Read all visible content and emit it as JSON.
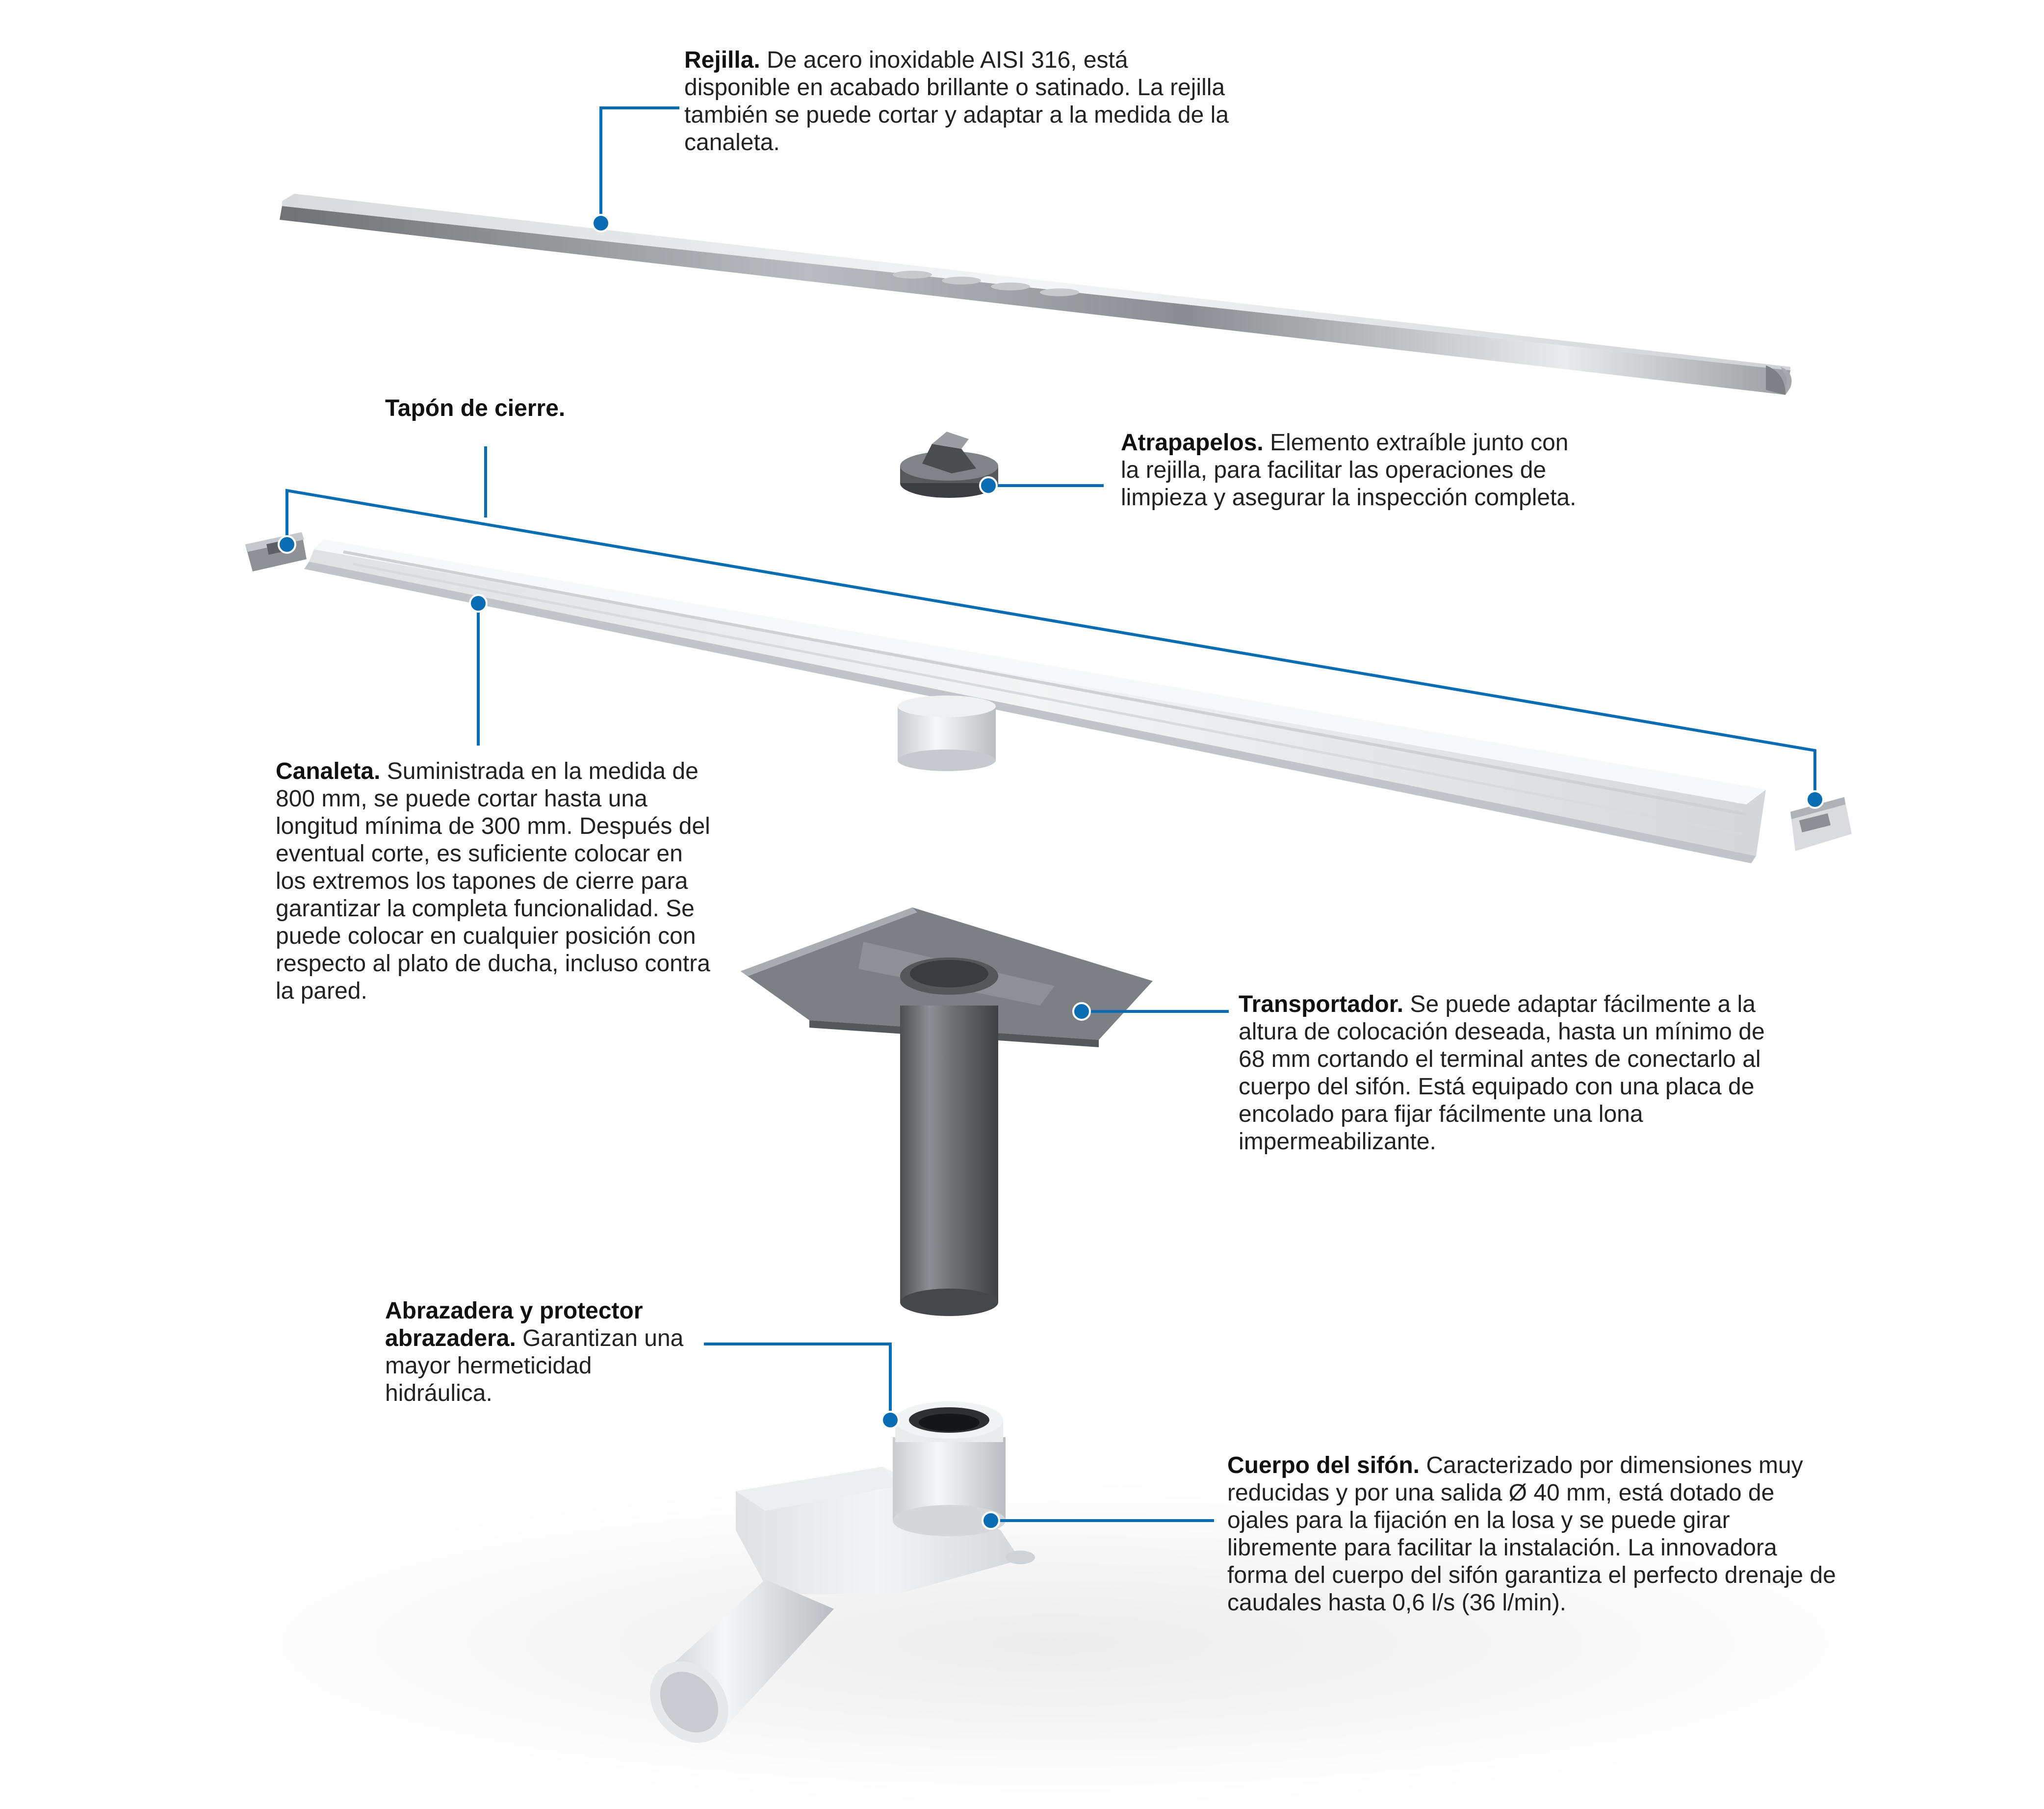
{
  "callouts": {
    "rejilla": {
      "title": "Rejilla.",
      "text": "De acero inoxidable AISI 316, está disponible en acabado brillante o satinado. La rejilla también se puede cortar y adaptar a la medida de la canaleta."
    },
    "tapon": {
      "title": "Tapón de cierre.",
      "text": ""
    },
    "atrapapelos": {
      "title": "Atrapapelos.",
      "text": "Elemento extraíble junto con la rejilla, para facilitar las operaciones de limpieza y asegurar la inspección completa."
    },
    "canaleta": {
      "title": "Canaleta.",
      "text": "Suministrada en la medida de 800 mm, se puede cortar hasta una longitud mínima de 300 mm. Después del eventual corte, es suficiente colocar en los extremos los tapones de cierre para garantizar la completa funcionalidad. Se puede colocar en cualquier posición con respecto al plato de ducha, incluso contra la pared."
    },
    "transportador": {
      "title": "Transportador.",
      "text": "Se puede adaptar fácilmente a la altura de colocación deseada, hasta un mínimo de 68 mm cortando el terminal antes de conectarlo al cuerpo del sifón. Está equipado con una placa de encolado para fijar fácilmente una lona impermeabilizante."
    },
    "abrazadera": {
      "title": "Abrazadera y protector abrazadera.",
      "text": "Garantizan una mayor hermeticidad hidráulica."
    },
    "sifon": {
      "title": "Cuerpo del sifón.",
      "text": "Caracterizado por dimensiones muy reducidas y por una salida Ø 40 mm, está dotado de ojales para la fijación en la losa y se puede girar libremente para facilitar la instalación. La innovadora forma del cuerpo del sifón garantiza el perfecto drenaje de caudales hasta 0,6 l/s (36 l/min)."
    }
  },
  "colors": {
    "leader": "#0a6db3"
  }
}
